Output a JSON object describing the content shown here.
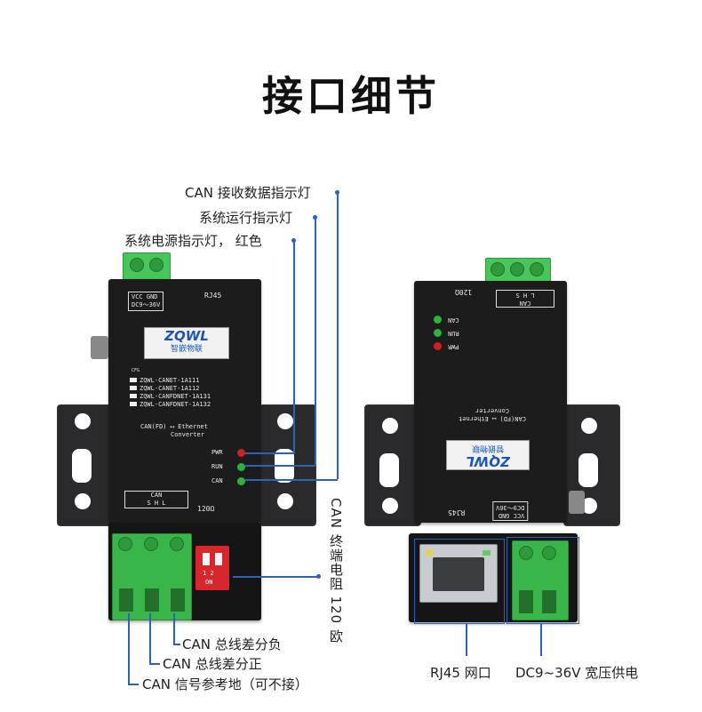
{
  "title": "接口细节",
  "callouts": {
    "can_rx_led": "CAN 接收数据指示灯",
    "run_led": "系统运行指示灯",
    "pwr_led": "系统电源指示灯， 红色",
    "terminal_res": "CAN 终端电阻 120 欧",
    "can_l": "CAN 总线差分负",
    "can_h": "CAN 总线差分正",
    "can_gnd": "CAN 信号参考地（可不接）",
    "rj45": "RJ45 网口",
    "power": "DC9~36V 宽压供电"
  },
  "device_left": {
    "vcc": "VCC",
    "gnd": "GND",
    "dc": "DC9～36V",
    "rj45": "RJ45",
    "logo": "ZQWL",
    "logo_cn": "智嵌物联",
    "cfg": "CFG",
    "models": [
      "ZQWL-CANET-1A111",
      "ZQWL-CANET-1A112",
      "ZQWL-CANFDNET-1A131",
      "ZQWL-CANFDNET-1A132"
    ],
    "conv1": "CAN(FD) ⟷ Ethernet",
    "conv2": "Converter",
    "leds": [
      "PWR",
      "RUN",
      "CAN"
    ],
    "can_label": "CAN",
    "shl": "S    H    L",
    "ohm": "120Ω",
    "dip": "1 2",
    "dip_on": "ON"
  },
  "device_right": {
    "leds": [
      "CAN",
      "RUN",
      "PWR"
    ],
    "ohm": "120Ω",
    "shl": "L    H    S",
    "can_label": "CAN",
    "rj45": "RJ45",
    "vcc": "VCC",
    "gnd": "GND",
    "dc": "DC9～36V"
  },
  "colors": {
    "line": "#2a63b8",
    "terminal": "#39b54a",
    "led_red": "#d21f1f",
    "led_green": "#2fb23c"
  }
}
